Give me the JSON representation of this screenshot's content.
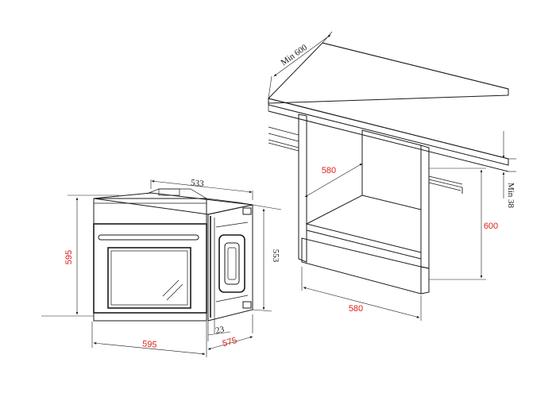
{
  "oven": {
    "width_front": "595",
    "height_front": "595",
    "top_depth": "533",
    "side_height": "553",
    "door_offset": "23",
    "side_depth": "575"
  },
  "cabinet": {
    "counter_depth_min": "Min 600",
    "gap_min": "Min 38",
    "cutout_depth": "580",
    "cutout_width": "580",
    "cutout_height": "600"
  },
  "colors": {
    "line": "#1a1a1a",
    "accent": "#e0201b"
  }
}
